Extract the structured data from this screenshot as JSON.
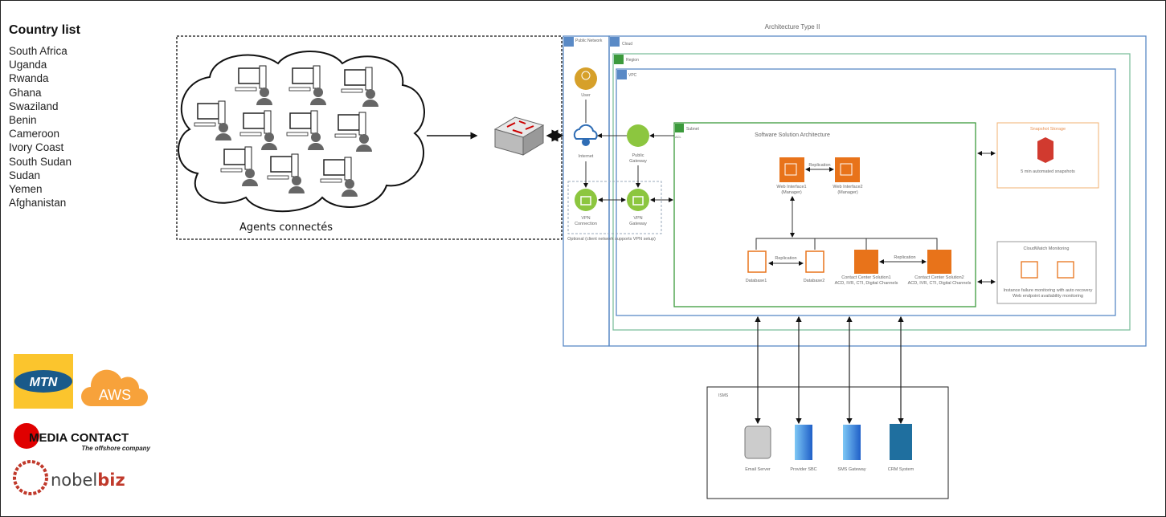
{
  "country_list": {
    "title": "Country list",
    "items": [
      "South Africa",
      "Uganda",
      "Rwanda",
      "Ghana",
      "Swaziland",
      "Benin",
      "Cameroon",
      "Ivory Coast",
      "South Sudan",
      "Sudan",
      "Yemen",
      "Afghanistan"
    ]
  },
  "agents": {
    "label": "Agents connectés",
    "count": 10
  },
  "architecture": {
    "title": "Architecture Type II",
    "public_network": "Public Network",
    "cloud": "Cloud",
    "region": "Region",
    "vpc": "VPC",
    "subnet": "Subnet",
    "acl": "ACL",
    "user": "User",
    "internet": "Internet",
    "public_gateway": [
      "Public",
      "Gateway"
    ],
    "vpn_connection": [
      "VPN",
      "Connection"
    ],
    "vpn_gateway": [
      "VPN",
      "Gateway"
    ],
    "vpn_note": "Optional (client network supports VPN setup)",
    "software_title": "Software Solution Architecture",
    "replication": "Replication",
    "web1": [
      "Web Interface1",
      "(Manager)"
    ],
    "web2": [
      "Web Interface2",
      "(Manager)"
    ],
    "db1": "Database1",
    "db2": "Database2",
    "cc1": [
      "Contact Center Solution1",
      "ACD, IVR, CTI, Digital Channels"
    ],
    "cc2": [
      "Contact Center Solution2",
      "ACD, IVR, CTI, Digital Channels"
    ],
    "snapshot": {
      "title": "Snapshot Storage",
      "text": "5 min automated snapshots"
    },
    "cloudwatch": {
      "title": "CloudWatch Monitoring",
      "lines": [
        "Instance failure monitoring with auto recovery",
        "Web endpoint availability monitoring"
      ]
    }
  },
  "isms": {
    "title": "ISMS",
    "items": [
      "Email Server",
      "Provider SBC",
      "SMS Gateway",
      "CRM System"
    ]
  },
  "logos": {
    "mtn": "MTN",
    "aws": "AWS",
    "media_contact": "MEDIA CONTACT",
    "media_contact_tagline": "The offshore company",
    "nobelbiz": [
      "nobel",
      "biz"
    ]
  },
  "colors": {
    "aws_blue": "#5a8ac6",
    "aws_green": "#3c9a3c",
    "aws_orange": "#e8731a",
    "vpn_green": "#8cc63f",
    "user_gold": "#d6a02a",
    "s3_red": "#d13a2f",
    "mtn_yellow": "#fbc52d",
    "aws_logo_orange": "#f7a23b"
  }
}
